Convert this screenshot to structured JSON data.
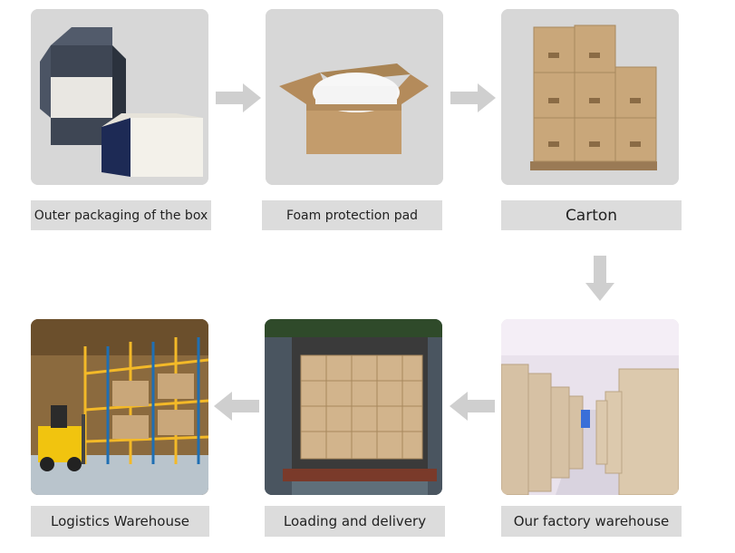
{
  "steps": [
    {
      "label": "Outer packaging of the box"
    },
    {
      "label": "Foam protection pad"
    },
    {
      "label": "Carton"
    },
    {
      "label": "Our factory warehouse"
    },
    {
      "label": "Loading and delivery"
    },
    {
      "label": "Logistics Warehouse"
    }
  ],
  "colors": {
    "tile_bg": "#d8d8d8",
    "label_bg": "#dcdcdc",
    "arrow": "#cfcfcf",
    "cardboard": "#c9a77a"
  }
}
